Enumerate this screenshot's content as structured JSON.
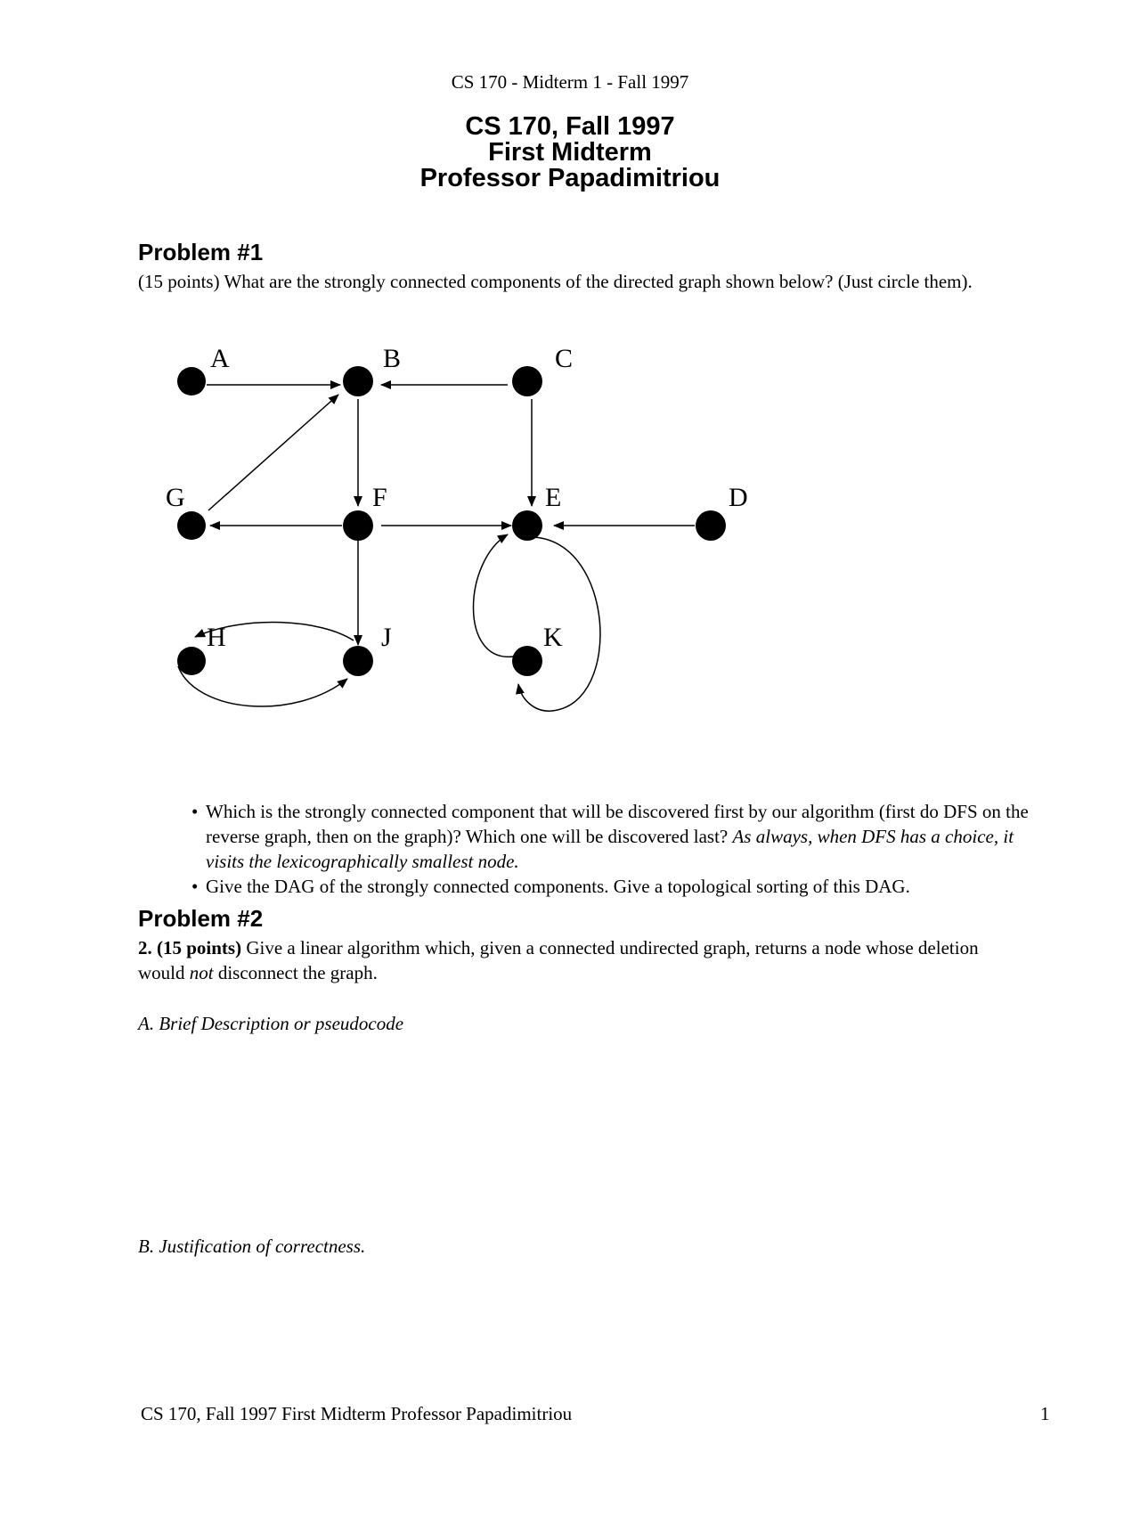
{
  "header": {
    "running_title": "CS 170 - Midterm 1 - Fall 1997"
  },
  "title": {
    "line1": "CS 170, Fall 1997",
    "line2": "First Midterm",
    "line3": "Professor Papadimitriou"
  },
  "problem1": {
    "heading": "Problem #1",
    "prompt": "(15 points) What are the strongly connected components of the directed graph shown below? (Just circle them).",
    "graph": {
      "nodes": [
        {
          "id": "A",
          "label": "A"
        },
        {
          "id": "B",
          "label": "B"
        },
        {
          "id": "C",
          "label": "C"
        },
        {
          "id": "D",
          "label": "D"
        },
        {
          "id": "E",
          "label": "E"
        },
        {
          "id": "F",
          "label": "F"
        },
        {
          "id": "G",
          "label": "G"
        },
        {
          "id": "H",
          "label": "H"
        },
        {
          "id": "J",
          "label": "J"
        },
        {
          "id": "K",
          "label": "K"
        }
      ],
      "edges": [
        {
          "from": "A",
          "to": "B"
        },
        {
          "from": "C",
          "to": "B"
        },
        {
          "from": "G",
          "to": "B"
        },
        {
          "from": "B",
          "to": "F"
        },
        {
          "from": "C",
          "to": "E"
        },
        {
          "from": "F",
          "to": "G"
        },
        {
          "from": "F",
          "to": "E"
        },
        {
          "from": "D",
          "to": "E"
        },
        {
          "from": "F",
          "to": "J"
        },
        {
          "from": "J",
          "to": "H"
        },
        {
          "from": "H",
          "to": "J"
        },
        {
          "from": "E",
          "to": "K"
        },
        {
          "from": "K",
          "to": "E"
        }
      ]
    },
    "bullets": [
      {
        "plain": "Which is the strongly connected component that will be discovered first by our algorithm (first do DFS on the reverse graph, then on the graph)? Which one will be discovered last? ",
        "italic": "As always, when DFS has a choice, it visits the lexicographically smallest node."
      },
      {
        "plain": "Give the DAG of the strongly connected components. Give a topological sorting of this DAG.",
        "italic": ""
      }
    ]
  },
  "problem2": {
    "heading": "Problem #2",
    "number_bold": "2. (15 points)",
    "text_before": " Give a linear algorithm which, given a connected undirected graph, returns a node whose deletion would ",
    "text_italic": "not",
    "text_after": " disconnect the graph.",
    "part_a": "A. Brief Description or pseudocode",
    "part_b": "B. Justification of correctness."
  },
  "footer": {
    "left": "CS 170, Fall 1997 First Midterm Professor Papadimitriou",
    "page_number": "1"
  }
}
